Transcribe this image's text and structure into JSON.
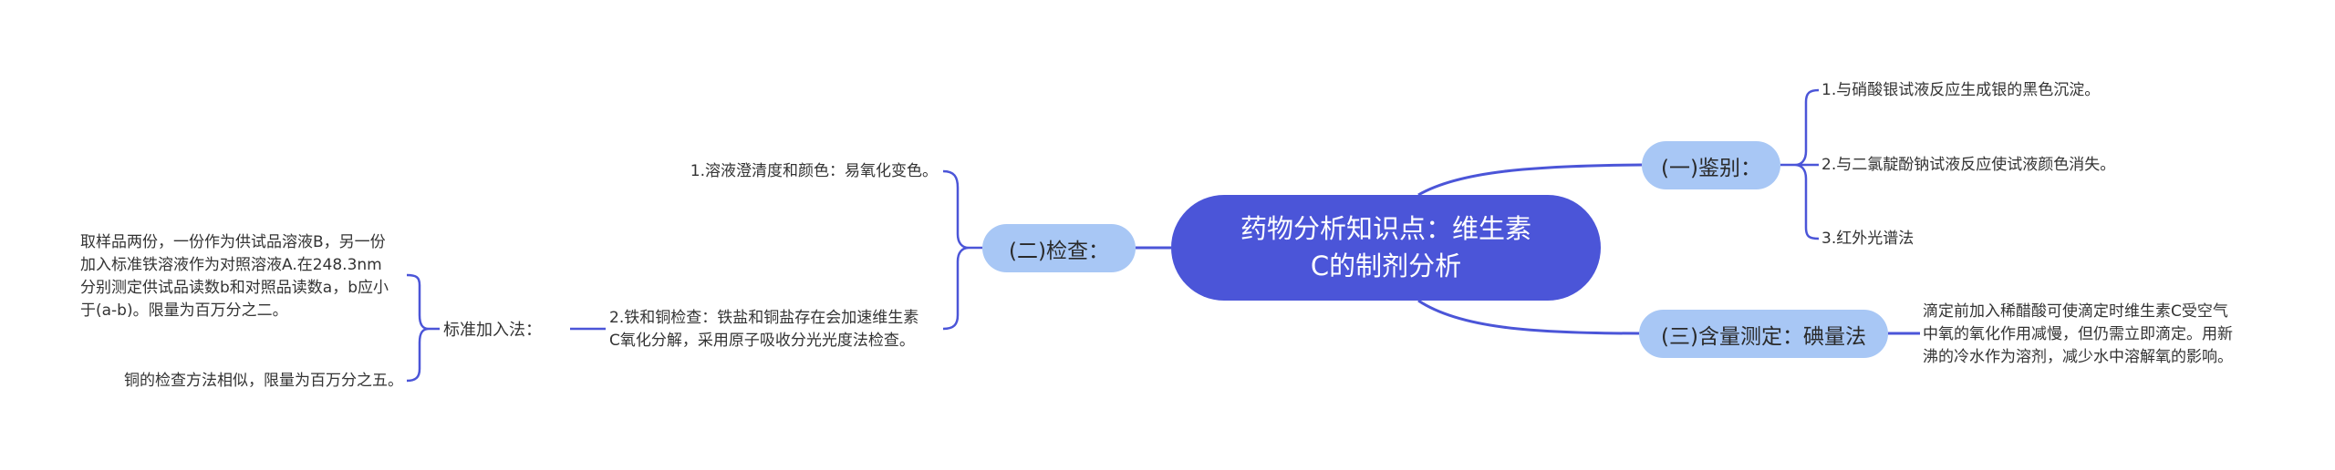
{
  "root": {
    "line1": "药物分析知识点：维生素",
    "line2": "C的制剂分析"
  },
  "branches": {
    "identify": {
      "label": "(一)鉴别：",
      "items": [
        "1.与硝酸银试液反应生成银的黑色沉淀。",
        "2.与二氯靛酚钠试液反应使试液颜色消失。",
        "3.红外光谱法"
      ]
    },
    "content": {
      "label": "(三)含量测定：碘量法",
      "note": [
        "滴定前加入稀醋酸可使滴定时维生素C受空气",
        "中氧的氧化作用减慢，但仍需立即滴定。用新",
        "沸的冷水作为溶剂，减少水中溶解氧的影响。"
      ]
    },
    "check": {
      "label": "(二)检查：",
      "item1": "1.溶液澄清度和颜色：易氧化变色。",
      "item2": [
        "2.铁和铜检查：铁盐和铜盐存在会加速维生素",
        "C氧化分解，采用原子吸收分光光度法检查。"
      ],
      "method": {
        "label": "标准加入法：",
        "detail1": [
          "取样品两份，一份作为供试品溶液B，另一份",
          "加入标准铁溶液作为对照溶液A.在248.3nm",
          "分别测定供试品读数b和对照品读数a，b应小",
          "于(a-b)。限量为百万分之二。"
        ],
        "detail2": "铜的检查方法相似，限量为百万分之五。"
      }
    }
  }
}
